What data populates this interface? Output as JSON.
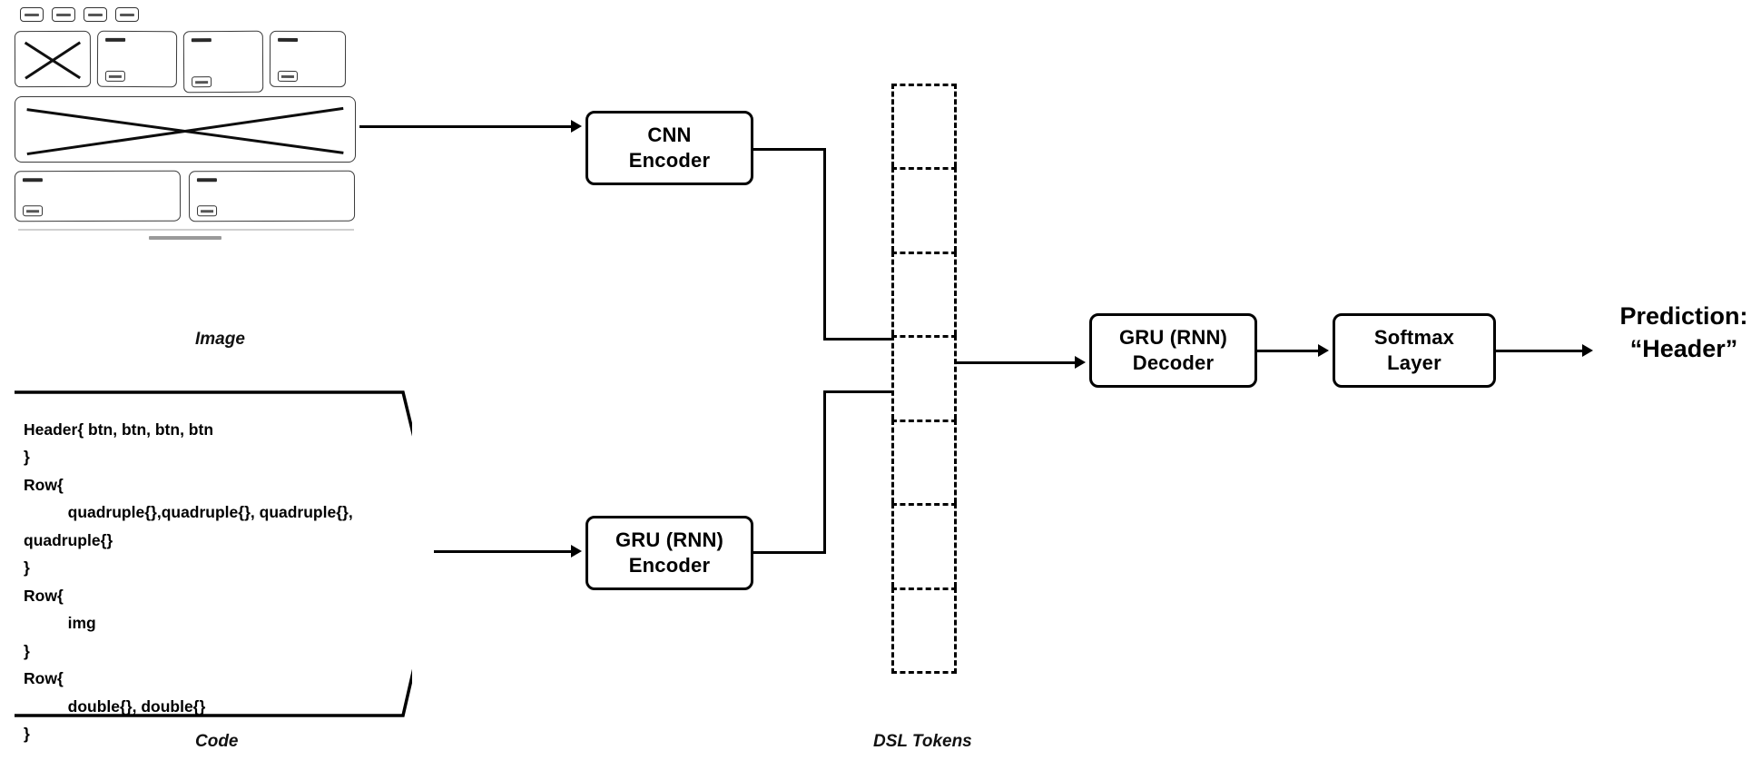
{
  "diagram": {
    "title": "pix2code-style image + code to DSL token prediction architecture"
  },
  "inputs": {
    "image": {
      "caption": "Image",
      "description": "hand-drawn GUI wireframe mockup",
      "elements": {
        "button_count": 4,
        "card_count": 4,
        "banner_count": 1,
        "wide_card_count": 2
      }
    },
    "code": {
      "caption": "Code",
      "text": "Header{ btn, btn, btn, btn\n}\nRow{\n          quadruple{},quadruple{}, quadruple{},\nquadruple{}\n}\nRow{\n          img\n}\nRow{\n          double{}, double{}\n}"
    }
  },
  "blocks": {
    "cnn_encoder": {
      "line1": "CNN",
      "line2": "Encoder"
    },
    "gru_encoder": {
      "line1": "GRU (RNN)",
      "line2": "Encoder"
    },
    "gru_decoder": {
      "line1": "GRU (RNN)",
      "line2": "Decoder"
    },
    "softmax": {
      "line1": "Softmax",
      "line2": "Layer"
    }
  },
  "tokens": {
    "caption": "DSL Tokens",
    "cell_count": 7,
    "cells": [
      "",
      "",
      "",
      "",
      "",
      "",
      ""
    ]
  },
  "output": {
    "label": "Prediction:",
    "value": "“Header”"
  },
  "colors": {
    "stroke": "#000000",
    "background": "#ffffff",
    "sketch_stroke": "#3a3a3a",
    "sketch_fill_light": "#6a6a6a"
  }
}
